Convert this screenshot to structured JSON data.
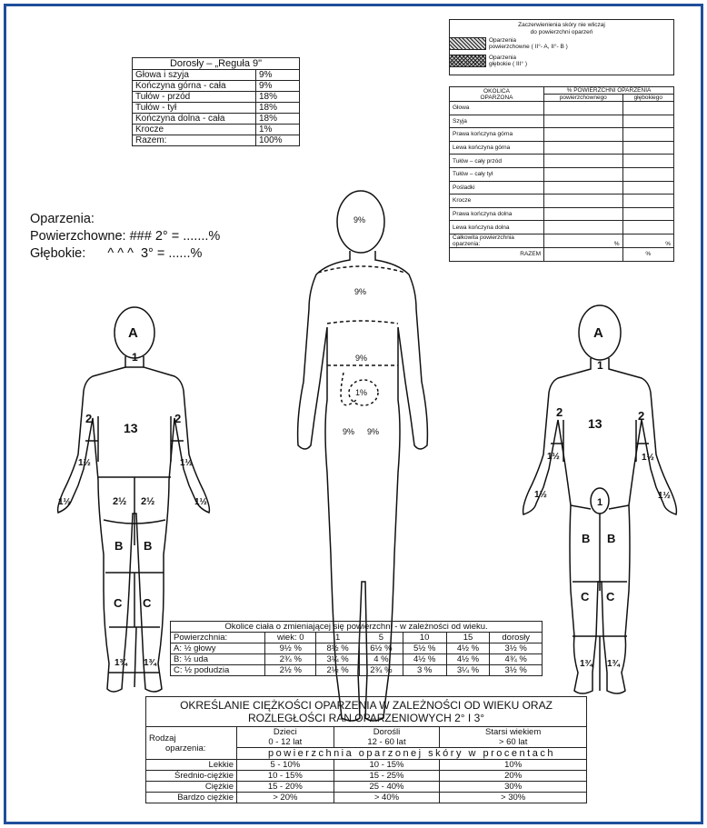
{
  "rule_of_nine": {
    "title": "Dorosły – „Reguła 9\"",
    "rows": [
      {
        "region": "Głowa i szyja",
        "value": "9%"
      },
      {
        "region": "Kończyna górna - cała",
        "value": "9%"
      },
      {
        "region": "Tułów - przód",
        "value": "18%"
      },
      {
        "region": "Tułów - tył",
        "value": "18%"
      },
      {
        "region": "Kończyna dolna - cała",
        "value": "18%"
      },
      {
        "region": "Krocze",
        "value": "1%"
      },
      {
        "region": "Razem:",
        "value": "100%"
      }
    ]
  },
  "legend": {
    "title_line1": "Zaczerwienienia skóry nie wliczaj",
    "title_line2": "do powierzchni oparzeń",
    "item1_line1": "Oparzenia",
    "item1_line2": "powierzchowne ( II°- A, II°- B )",
    "item2_line1": "Oparzenia",
    "item2_line2": "głębokie ( III° )"
  },
  "regions_table": {
    "col_region_line1": "OKOLICA",
    "col_region_line2": "OPARZONA",
    "col_pct": "% POWIERZCHNI OPARZENIA",
    "col_surface": "powierzchownego",
    "col_deep": "głębokiego",
    "rows": [
      "Głowa",
      "Szyja",
      "Prawa kończyna górna",
      "Lewa kończyna górna",
      "Tułów – cały przód",
      "Tułów – cały tył",
      "Pośladki",
      "Krocze",
      "Prawa kończyna dolna",
      "Lewa kończyna dolna"
    ],
    "total_label_line1": "Całkowita powierzchnia",
    "total_label_line2": "oparzenia:",
    "pct_sign": "%",
    "razem": "RAZEM"
  },
  "notes": {
    "line1": "Oparzenia:",
    "line2": "Powierzchowne: ###  2° = .......%",
    "line3": "Głębokie:      ^ ^ ^  3° = ......%"
  },
  "figures": {
    "back": {
      "A": "A",
      "n1": "1",
      "n13": "13",
      "arm": "2",
      "fore": "1½",
      "hand": "1½",
      "butt": "2½",
      "B": "B",
      "C": "C",
      "foot": "1¾"
    },
    "front_center": {
      "head": "9%",
      "chest": "9%",
      "abdomen": "9%",
      "groin": "1%",
      "thigh": "9%"
    },
    "front_right": {
      "A": "A",
      "n1": "1",
      "n13": "13",
      "arm": "2",
      "fore": "1½",
      "hand": "1½",
      "groin": "1",
      "B": "B",
      "C": "C",
      "foot": "1¾"
    }
  },
  "age_table": {
    "title": "Okolice ciała o zmieniającej się powierzchni - w zależności od wieku.",
    "headers": [
      "Powierzchnia:",
      "wiek: 0",
      "1",
      "5",
      "10",
      "15",
      "dorosły"
    ],
    "rows": [
      [
        "A:  ½ głowy",
        "9½ %",
        "8½ %",
        "6½ %",
        "5½ %",
        "4½ %",
        "3½ %"
      ],
      [
        "B:  ½ uda",
        "2¾ %",
        "3¼ %",
        "4 %",
        "4½ %",
        "4½ %",
        "4¾ %"
      ],
      [
        "C:  ½ podudzia",
        "2½ %",
        "2½ %",
        "2¾ %",
        "3 %",
        "3¼ %",
        "3½ %"
      ]
    ]
  },
  "severity": {
    "title_line1": "OKREŚLANIE CIĘŻKOŚCI OPARZENIA W ZALEŻNOŚCI OD WIEKU ORAZ",
    "title_line2": "ROZLEGŁOŚCI RAN OPARZENIOWYCH 2° I 3°",
    "rodzaj_line1": "Rodzaj",
    "rodzaj_line2": "oparzenia:",
    "children_line1": "Dzieci",
    "children_line2": "0 - 12 lat",
    "adults_line1": "Dorośli",
    "adults_line2": "12 - 60 lat",
    "elderly_line1": "Starsi wiekiem",
    "elderly_line2": "> 60 lat",
    "subheader": "powierzchnia oparzonej skóry w procentach",
    "rows": [
      [
        "Lekkie",
        "5 - 10%",
        "10 - 15%",
        "10%"
      ],
      [
        "Średnio-ciężkie",
        "10 - 15%",
        "15 - 25%",
        "20%"
      ],
      [
        "Ciężkie",
        "15 - 20%",
        "25 - 40%",
        "30%"
      ],
      [
        "Bardzo ciężkie",
        "> 20%",
        "> 40%",
        "> 30%"
      ]
    ]
  }
}
